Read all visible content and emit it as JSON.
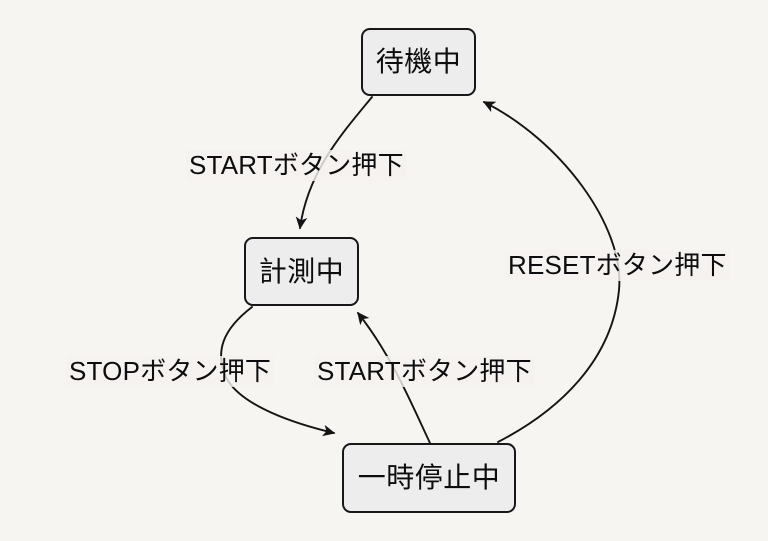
{
  "diagram": {
    "title": "",
    "background_color": "#f7f5f2",
    "node_fill_color": "#ededed",
    "node_stroke_color": "#17171a",
    "edge_color": "#141414",
    "nodes": [
      {
        "id": "standby",
        "label": "待機中"
      },
      {
        "id": "measuring",
        "label": "計測中"
      },
      {
        "id": "paused",
        "label": "一時停止中"
      }
    ],
    "edges": [
      {
        "id": "start-top",
        "from": "standby",
        "to": "measuring",
        "label": "STARTボタン押下"
      },
      {
        "id": "stop",
        "from": "measuring",
        "to": "paused",
        "label": "STOPボタン押下"
      },
      {
        "id": "start-resume",
        "from": "paused",
        "to": "measuring",
        "label": "STARTボタン押下"
      },
      {
        "id": "reset",
        "from": "paused",
        "to": "standby",
        "label": "RESETボタン押下"
      }
    ]
  }
}
